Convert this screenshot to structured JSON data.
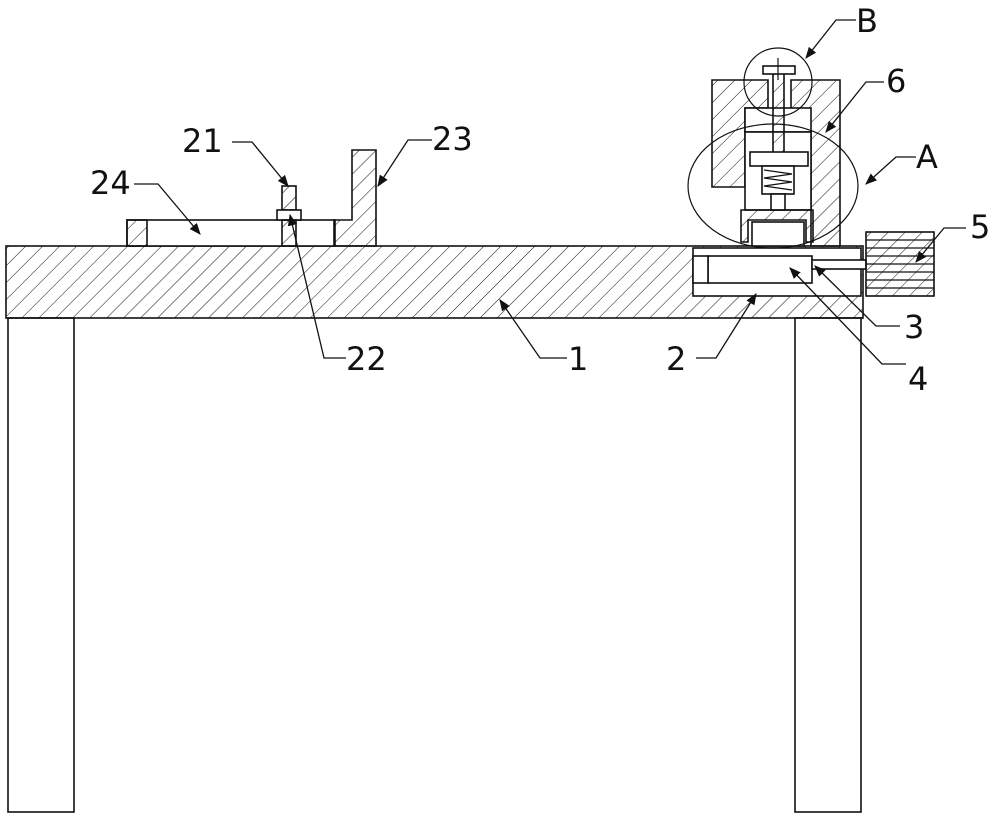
{
  "labels": {
    "table": "1",
    "slot": "2",
    "slider": "3",
    "block": "4",
    "knob": "5",
    "frame": "6",
    "bolt": "21",
    "nut": "22",
    "stop_plate": "23",
    "base_plate": "24",
    "detail_a": "A",
    "detail_b": "B"
  },
  "colors": {
    "line": "#111111",
    "background": "#ffffff"
  }
}
